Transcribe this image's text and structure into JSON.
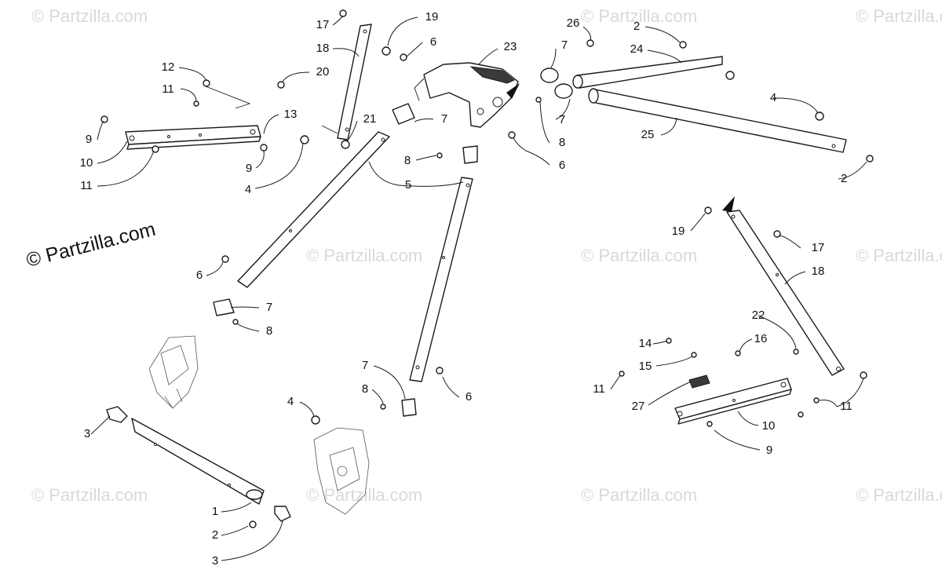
{
  "watermark": {
    "brand": "© Partzilla.com",
    "repeat_text": "© Partzilla.com"
  },
  "callouts": [
    {
      "id": "c1",
      "label": "17"
    },
    {
      "id": "c2",
      "label": "18"
    },
    {
      "id": "c3",
      "label": "19"
    },
    {
      "id": "c4",
      "label": "6"
    },
    {
      "id": "c5",
      "label": "23"
    },
    {
      "id": "c6",
      "label": "26"
    },
    {
      "id": "c7",
      "label": "2"
    },
    {
      "id": "c8",
      "label": "24"
    },
    {
      "id": "c9",
      "label": "7"
    },
    {
      "id": "c10",
      "label": "12"
    },
    {
      "id": "c11",
      "label": "20"
    },
    {
      "id": "c12",
      "label": "11"
    },
    {
      "id": "c13",
      "label": "13"
    },
    {
      "id": "c14",
      "label": "21"
    },
    {
      "id": "c15",
      "label": "7"
    },
    {
      "id": "c16",
      "label": "4"
    },
    {
      "id": "c17",
      "label": "7"
    },
    {
      "id": "c18",
      "label": "8"
    },
    {
      "id": "c19",
      "label": "9"
    },
    {
      "id": "c20",
      "label": "10"
    },
    {
      "id": "c21",
      "label": "25"
    },
    {
      "id": "c22",
      "label": "8"
    },
    {
      "id": "c23",
      "label": "6"
    },
    {
      "id": "c24",
      "label": "9"
    },
    {
      "id": "c25",
      "label": "11"
    },
    {
      "id": "c26",
      "label": "4"
    },
    {
      "id": "c27",
      "label": "5"
    },
    {
      "id": "c28",
      "label": "2"
    },
    {
      "id": "c29",
      "label": "19"
    },
    {
      "id": "c30",
      "label": "17"
    },
    {
      "id": "c31",
      "label": "6"
    },
    {
      "id": "c32",
      "label": "18"
    },
    {
      "id": "c33",
      "label": "7"
    },
    {
      "id": "c34",
      "label": "8"
    },
    {
      "id": "c35",
      "label": "22"
    },
    {
      "id": "c36",
      "label": "14"
    },
    {
      "id": "c37",
      "label": "16"
    },
    {
      "id": "c38",
      "label": "15"
    },
    {
      "id": "c39",
      "label": "7"
    },
    {
      "id": "c40",
      "label": "11"
    },
    {
      "id": "c41",
      "label": "8"
    },
    {
      "id": "c42",
      "label": "6"
    },
    {
      "id": "c43",
      "label": "27"
    },
    {
      "id": "c44",
      "label": "11"
    },
    {
      "id": "c45",
      "label": "4"
    },
    {
      "id": "c46",
      "label": "10"
    },
    {
      "id": "c47",
      "label": "3"
    },
    {
      "id": "c48",
      "label": "9"
    },
    {
      "id": "c49",
      "label": "1"
    },
    {
      "id": "c50",
      "label": "2"
    },
    {
      "id": "c51",
      "label": "3"
    }
  ]
}
